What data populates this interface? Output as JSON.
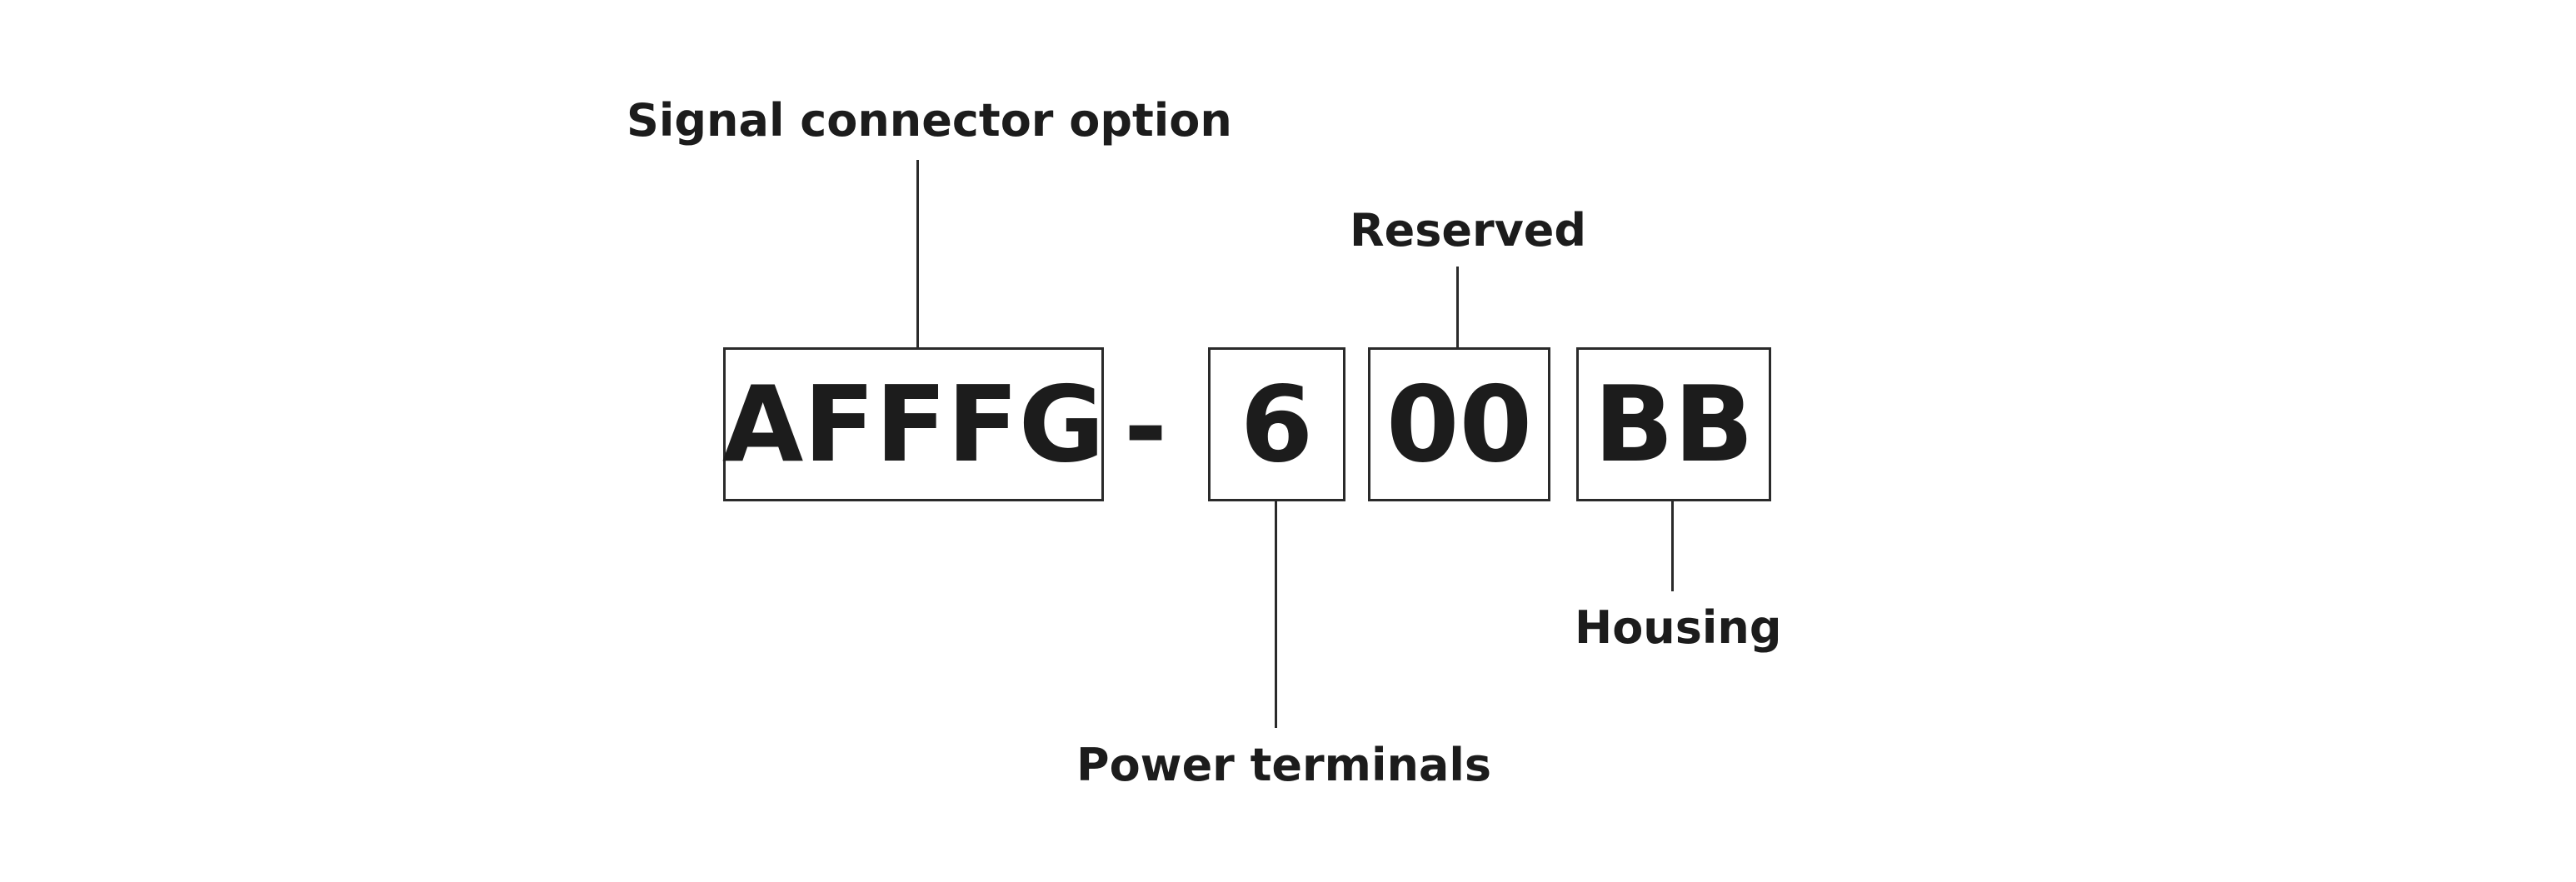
{
  "code_segments": {
    "signal_code": "AFFFG",
    "separator": "-",
    "power_code": "6",
    "reserved_code": "00",
    "housing_code": "BB"
  },
  "labels": {
    "signal": "Signal connector option",
    "reserved": "Reserved",
    "power": "Power terminals",
    "housing": "Housing"
  },
  "colors": {
    "text": "#1c1c1c",
    "line": "#2a2a2a",
    "background": "#ffffff"
  }
}
